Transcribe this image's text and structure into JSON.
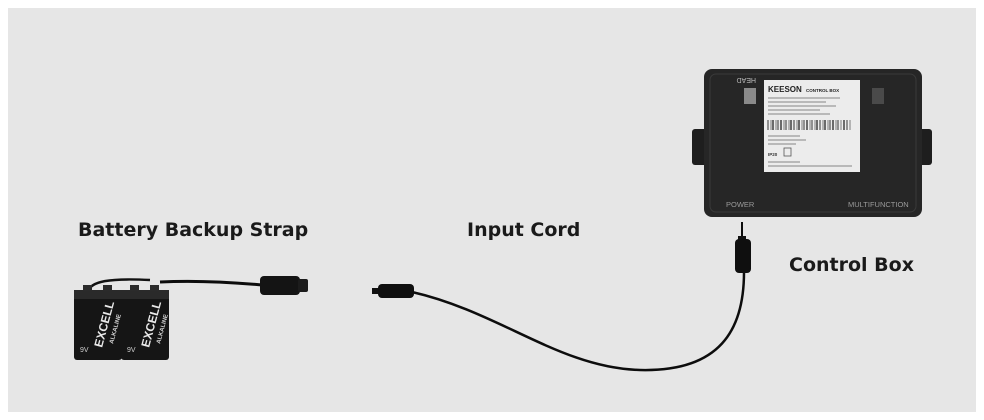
{
  "labels": {
    "battery": "Battery Backup Strap",
    "input_cord": "Input Cord",
    "control_box": "Control Box"
  },
  "control_box": {
    "head": "HEAD",
    "brand": "KEESON",
    "brand_suffix": "CONTROL BOX",
    "power": "POWER",
    "multifunction": "MULTIFUNCTION",
    "ip_rating": "IP20"
  },
  "battery": {
    "brand": "EXCELL",
    "type": "ALKALINE",
    "voltage": "9V"
  },
  "colors": {
    "panel": "#e6e6e6",
    "box": "#262626",
    "cable": "#0d0d0d",
    "label_text": "#1a1a1a"
  }
}
